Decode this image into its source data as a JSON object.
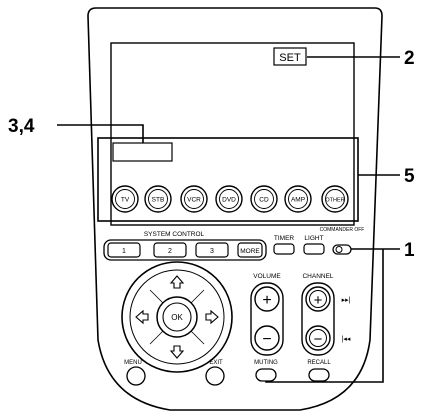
{
  "display": {
    "set_badge": "SET"
  },
  "callouts": {
    "two": "2",
    "three_four": "3,4",
    "five": "5",
    "one": "1"
  },
  "source_buttons": [
    "TV",
    "STB",
    "VCR",
    "DVD",
    "CD",
    "AMP",
    "OTHER"
  ],
  "system_control": {
    "title": "SYSTEM CONTROL",
    "keys": [
      "1",
      "2",
      "3"
    ],
    "more": "MORE"
  },
  "top_keys": {
    "timer": "TIMER",
    "light": "LIGHT",
    "commander_off": "COMMANDER OFF"
  },
  "volume": {
    "label": "VOLUME",
    "plus": "+",
    "minus": "−"
  },
  "channel": {
    "label": "CHANNEL",
    "plus": "+",
    "minus": "−",
    "skip_fwd": "▸▸|",
    "skip_back": "|◂◂"
  },
  "nav": {
    "ok": "OK",
    "menu": "MENU",
    "exit": "EXIT"
  },
  "bottom_keys": {
    "muting": "MUTING",
    "recall": "RECALL"
  }
}
